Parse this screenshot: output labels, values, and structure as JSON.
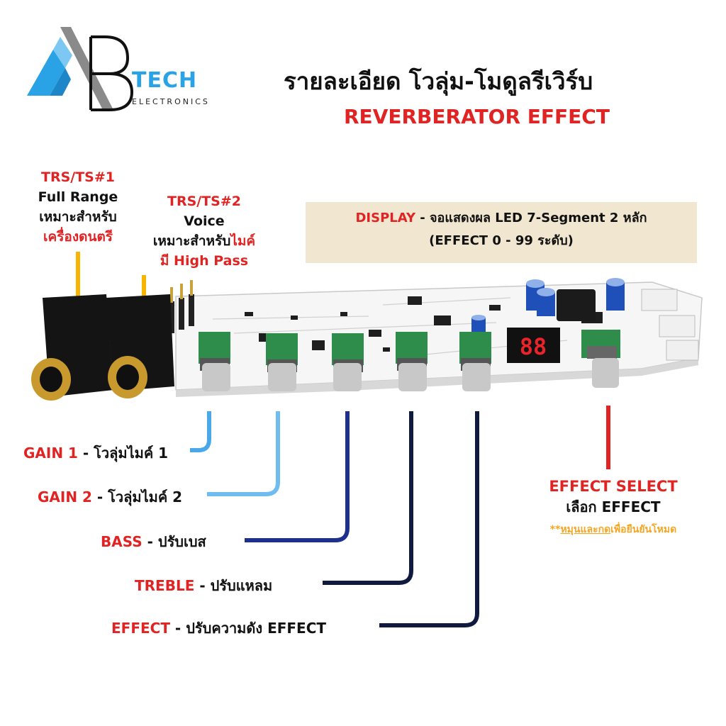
{
  "header": {
    "title": "รายละเอียด โวลุ่ม-โมดูลรีเวิร์บ",
    "subtitle": "REVERBERATOR EFFECT"
  },
  "logo": {
    "tech": "TECH",
    "electronics": "ELECTRONICS"
  },
  "jack1": {
    "name": "TRS/TS#1",
    "type": "Full Range",
    "desc": "เหมาะสำหรับ",
    "desc_red": "เครื่องดนตรี"
  },
  "jack2": {
    "name": "TRS/TS#2",
    "type": "Voice",
    "desc": "เหมาะสำหรับ",
    "desc_red": "ไมค์",
    "extra": "มี High Pass"
  },
  "display": {
    "label": "DISPLAY",
    "text": " - จอแสดงผล LED 7-Segment 2 หลัก",
    "line2": "(EFFECT 0 - 99 ระดับ)",
    "digits": "88"
  },
  "controls": [
    {
      "name": "GAIN 1",
      "desc": " - โวลุ่มไมค์ 1"
    },
    {
      "name": "GAIN 2",
      "desc": " - โวลุ่มไมค์ 2"
    },
    {
      "name": "BASS",
      "desc": " - ปรับเบส"
    },
    {
      "name": "TREBLE",
      "desc": " - ปรับแหลม"
    },
    {
      "name": "EFFECT",
      "desc": " - ปรับความดัง EFFECT"
    }
  ],
  "effect_select": {
    "name": "EFFECT SELECT",
    "desc": "เลือก EFFECT",
    "note_prefix": "**",
    "note_underlined": "หมุนและกด",
    "note_rest": "เพื่อยืนยันโหมด"
  },
  "colors": {
    "red": "#e02424",
    "light_blue": "#4aa8ea",
    "dark_blue": "#1d2f8f",
    "navy": "#0f1a3e",
    "yellow": "#f7b500",
    "display_bg": "#f1e6cf",
    "led": "#e8232a"
  }
}
